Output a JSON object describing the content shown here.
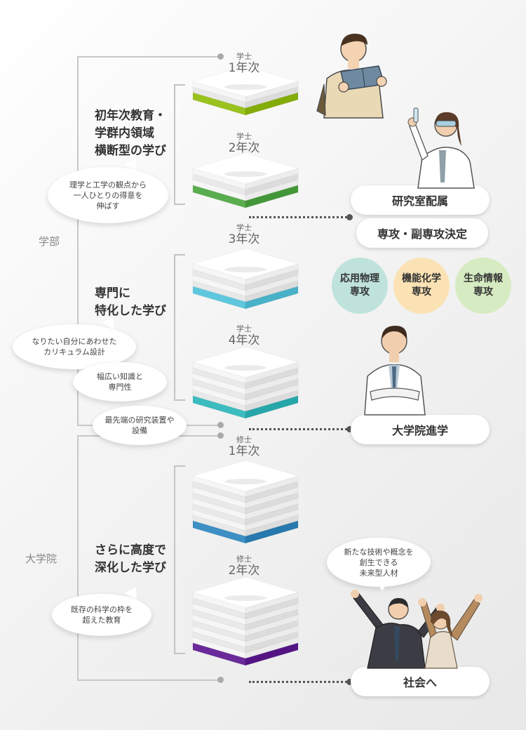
{
  "sections": {
    "undergrad": "学部",
    "grad": "大学院"
  },
  "years": [
    {
      "level": "学士",
      "year": "1年次",
      "color": "#9ac21f"
    },
    {
      "level": "学士",
      "year": "2年次",
      "color": "#5aad4e"
    },
    {
      "level": "学士",
      "year": "3年次",
      "color": "#5ec7dd"
    },
    {
      "level": "学士",
      "year": "4年次",
      "color": "#3dbcc0"
    },
    {
      "level": "修士",
      "year": "1年次",
      "color": "#3d8fc4"
    },
    {
      "level": "修士",
      "year": "2年次",
      "color": "#6a2a9a"
    }
  ],
  "stages": [
    {
      "label": "初年次教育・\n学群内領域\n横断型の学び"
    },
    {
      "label": "専門に\n特化した学び"
    },
    {
      "label": "さらに高度で\n深化した学び"
    }
  ],
  "bubbles": [
    "理学と工学の観点から\n一人ひとりの得意を\n伸ばす",
    "なりたい自分にあわせた\nカリキュラム設計",
    "幅広い知識と\n専門性",
    "最先端の研究装置や\n設備",
    "既存の科学の枠を\n超えた教育",
    "新たな技術や概念を\n創生できる\n未来型人材"
  ],
  "milestones": {
    "lab": "研究室配属",
    "major_decision": "専攻・副専攻決定",
    "grad_school": "大学院進学",
    "society": "社会へ"
  },
  "majors": [
    {
      "label": "応用物理\n専攻",
      "color": "#bfe3dc"
    },
    {
      "label": "機能化学\n専攻",
      "color": "#fbe2b4"
    },
    {
      "label": "生命情報\n専攻",
      "color": "#d6ebc1"
    }
  ]
}
